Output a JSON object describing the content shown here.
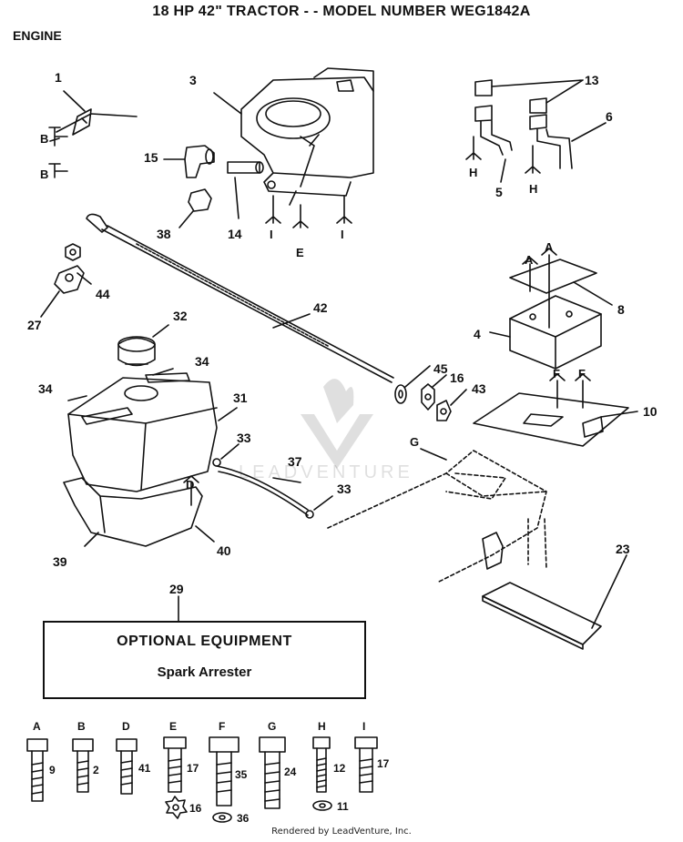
{
  "title": "18 HP 42\" TRACTOR - - MODEL NUMBER WEG1842A",
  "section": "ENGINE",
  "callouts": {
    "c1": "1",
    "c3": "3",
    "c13": "13",
    "c15": "15",
    "c6": "6",
    "c5": "5",
    "c14": "14",
    "c38": "38",
    "c44": "44",
    "c27": "27",
    "c42": "42",
    "c8": "8",
    "c4": "4",
    "c32": "32",
    "c34a": "34",
    "c34b": "34",
    "c31": "31",
    "c45": "45",
    "c16": "16",
    "c43": "43",
    "c10": "10",
    "c33a": "33",
    "c37": "37",
    "c33b": "33",
    "c39": "39",
    "c40": "40",
    "c23": "23",
    "c29": "29"
  },
  "ref_letters": {
    "b1": "B",
    "b2": "B",
    "i1": "I",
    "e1": "E",
    "i2": "I",
    "h1": "H",
    "h2": "H",
    "a1": "A",
    "a2": "A",
    "f1": "F",
    "f2": "F",
    "g1": "G",
    "d1": "D"
  },
  "optional_equipment": {
    "title": "OPTIONAL EQUIPMENT",
    "item": "Spark Arrester"
  },
  "hardware": [
    {
      "letter": "A",
      "part": "9"
    },
    {
      "letter": "B",
      "part": "2"
    },
    {
      "letter": "D",
      "part": "41"
    },
    {
      "letter": "E",
      "part": "17",
      "extra_part": "16"
    },
    {
      "letter": "F",
      "part": "35",
      "extra_part": "36"
    },
    {
      "letter": "G",
      "part": "24"
    },
    {
      "letter": "H",
      "part": "12",
      "extra_part": "11"
    },
    {
      "letter": "I",
      "part": "17"
    }
  ],
  "watermark": "LEADVENTURE",
  "footer": "Rendered by LeadVenture, Inc."
}
